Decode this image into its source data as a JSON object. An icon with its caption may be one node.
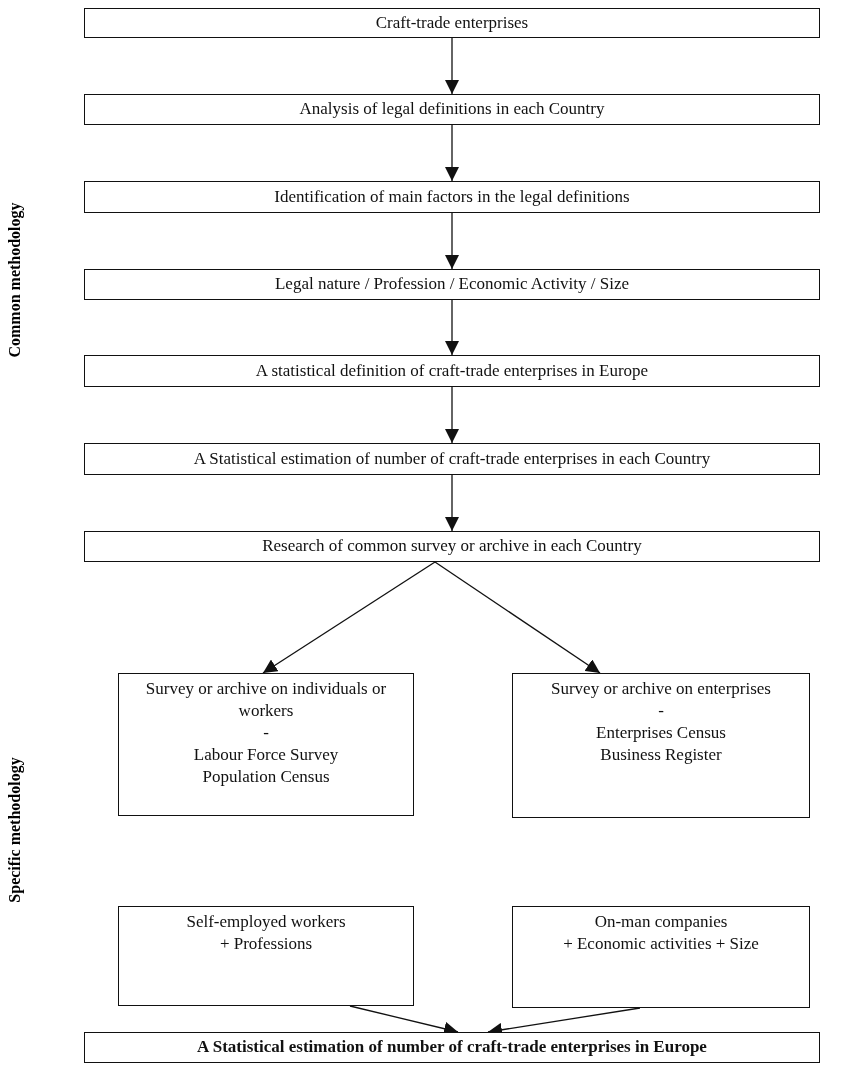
{
  "diagram": {
    "nodes": [
      {
        "text": [
          "Craft-trade enterprises"
        ]
      },
      {
        "text": [
          "Analysis of legal definitions in each Country"
        ]
      },
      {
        "text": [
          "Identification of main factors in the legal definitions"
        ]
      },
      {
        "text": [
          "Legal nature / Profession / Economic Activity / Size"
        ]
      },
      {
        "text": [
          "A statistical definition of craft-trade enterprises in Europe"
        ]
      },
      {
        "text": [
          "A Statistical estimation of number of craft-trade enterprises in each Country"
        ]
      },
      {
        "text": [
          "Research of common survey or archive in each Country"
        ]
      },
      {
        "text": [
          "Survey or archive on individuals or workers",
          "-",
          "Labour Force Survey",
          "Population Census"
        ]
      },
      {
        "text": [
          "Survey or archive on enterprises",
          "-",
          "Enterprises Census",
          "Business Register"
        ]
      },
      {
        "text": [
          "Self-employed workers",
          "+ Professions"
        ]
      },
      {
        "text": [
          "On-man companies",
          "+ Economic activities + Size"
        ]
      },
      {
        "text": [
          "A Statistical estimation of number of craft-trade enterprises in Europe"
        ]
      }
    ],
    "edges": [
      {
        "from": 0,
        "to": 1,
        "arrow": "to"
      },
      {
        "from": 1,
        "to": 2,
        "arrow": "to"
      },
      {
        "from": 2,
        "to": 3,
        "arrow": "to"
      },
      {
        "from": 3,
        "to": 4,
        "arrow": "to"
      },
      {
        "from": 4,
        "to": 5,
        "arrow": "to"
      },
      {
        "from": 5,
        "to": 6,
        "arrow": "to"
      },
      {
        "from": 6,
        "to": 7,
        "arrow": "to"
      },
      {
        "from": 6,
        "to": 8,
        "arrow": "to"
      },
      {
        "from": 9,
        "to": 11,
        "arrow": "to"
      },
      {
        "from": 10,
        "to": 11,
        "arrow": "to"
      }
    ],
    "labels": [
      "Common methodology",
      "Specific methodology"
    ]
  }
}
